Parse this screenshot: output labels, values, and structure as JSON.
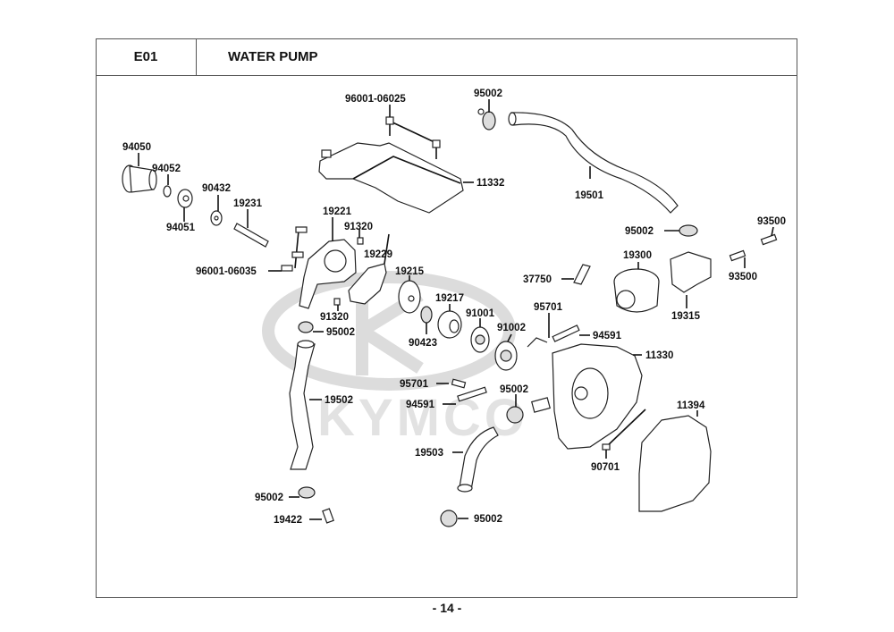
{
  "header": {
    "section_code": "E01",
    "title": "WATER PUMP"
  },
  "footer": {
    "page_number": "- 14 -"
  },
  "watermark": {
    "brand": "KYMCO"
  },
  "callouts": [
    {
      "id": "c-96001-06025",
      "part_no": "96001-06025",
      "part": "bolt"
    },
    {
      "id": "c-95002-top",
      "part_no": "95002",
      "part": "hose clamp"
    },
    {
      "id": "c-94050",
      "part_no": "94050",
      "part": "bearing housing"
    },
    {
      "id": "c-94052",
      "part_no": "94052",
      "part": "circlip"
    },
    {
      "id": "c-90432",
      "part_no": "90432",
      "part": "washer"
    },
    {
      "id": "c-94051",
      "part_no": "94051",
      "part": "bearing"
    },
    {
      "id": "c-19231",
      "part_no": "19231",
      "part": "pump shaft"
    },
    {
      "id": "c-11332",
      "part_no": "11332",
      "part": "cover"
    },
    {
      "id": "c-19501",
      "part_no": "19501",
      "part": "hose"
    },
    {
      "id": "c-19221",
      "part_no": "19221",
      "part": "pump cover"
    },
    {
      "id": "c-91320-a",
      "part_no": "91320",
      "part": "dowel pin"
    },
    {
      "id": "c-19229",
      "part_no": "19229",
      "part": "gasket"
    },
    {
      "id": "c-96001-06035",
      "part_no": "96001-06035",
      "part": "bolt"
    },
    {
      "id": "c-19215",
      "part_no": "19215",
      "part": "impeller"
    },
    {
      "id": "c-19217",
      "part_no": "19217",
      "part": "mechanical seal"
    },
    {
      "id": "c-91320-b",
      "part_no": "91320",
      "part": "dowel pin"
    },
    {
      "id": "c-90423",
      "part_no": "90423",
      "part": "oil seal"
    },
    {
      "id": "c-91001",
      "part_no": "91001",
      "part": "bearing"
    },
    {
      "id": "c-91002",
      "part_no": "91002",
      "part": "bearing"
    },
    {
      "id": "c-95002-left",
      "part_no": "95002",
      "part": "hose clamp"
    },
    {
      "id": "c-95002-right",
      "part_no": "95002",
      "part": "hose clamp"
    },
    {
      "id": "c-93500-a",
      "part_no": "93500",
      "part": "bolt"
    },
    {
      "id": "c-93500-b",
      "part_no": "93500",
      "part": "bolt"
    },
    {
      "id": "c-37750",
      "part_no": "37750",
      "part": "temperature sensor"
    },
    {
      "id": "c-19300",
      "part_no": "19300",
      "part": "thermostat"
    },
    {
      "id": "c-19315",
      "part_no": "19315",
      "part": "thermostat cover"
    },
    {
      "id": "c-95701-a",
      "part_no": "95701",
      "part": "bolt"
    },
    {
      "id": "c-94591-a",
      "part_no": "94591",
      "part": "stud"
    },
    {
      "id": "c-11330",
      "part_no": "11330",
      "part": "pump housing"
    },
    {
      "id": "c-95701-b",
      "part_no": "95701",
      "part": "bolt"
    },
    {
      "id": "c-94591-b",
      "part_no": "94591",
      "part": "stud"
    },
    {
      "id": "c-95002-mid",
      "part_no": "95002",
      "part": "hose clamp"
    },
    {
      "id": "c-19502",
      "part_no": "19502",
      "part": "hose"
    },
    {
      "id": "c-11394",
      "part_no": "11394",
      "part": "gasket"
    },
    {
      "id": "c-19503",
      "part_no": "19503",
      "part": "hose"
    },
    {
      "id": "c-90701",
      "part_no": "90701",
      "part": "dowel pin"
    },
    {
      "id": "c-95002-bl",
      "part_no": "95002",
      "part": "hose clamp"
    },
    {
      "id": "c-19422",
      "part_no": "19422",
      "part": "fitting"
    },
    {
      "id": "c-95002-bm",
      "part_no": "95002",
      "part": "hose clamp"
    }
  ]
}
